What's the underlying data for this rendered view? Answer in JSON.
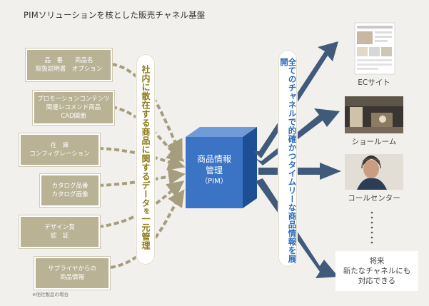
{
  "title": "PIMソリューションを核とした販売チャネル基盤",
  "sources": [
    {
      "lines": [
        "品　番　　商品名",
        "取扱説明書　オプション"
      ]
    },
    {
      "lines": [
        "プロモーションコンテンツ",
        "関連レコメンド商品",
        "CAD図面"
      ]
    },
    {
      "lines": [
        "在　庫",
        "コンフィグレーション"
      ]
    },
    {
      "lines": [
        "カタログ品番",
        "カタログ画像"
      ]
    },
    {
      "lines": [
        "デザイン賞",
        "認　証"
      ]
    },
    {
      "lines": [
        "サプライヤからの",
        "商品情報"
      ]
    }
  ],
  "note": "※他社製品の場合",
  "left_pill": {
    "main": "社内に散在する商品に関するデータ",
    "small": "を",
    "tail": "一元管理"
  },
  "hub": {
    "line1": "商品情報",
    "line2": "管理",
    "line3": "（PIM）"
  },
  "right_pill": "全てのチャネルで的確かつタイムリーな商品情報を展開",
  "destinations": [
    {
      "label": "ECサイト"
    },
    {
      "label": "ショールーム"
    },
    {
      "label": "コールセンター"
    },
    {
      "lines": [
        "将来",
        "新たなチャネルにも",
        "対応できる"
      ]
    }
  ],
  "colors": {
    "source_box": "#b9b295",
    "hub_front": "#3b74c4",
    "arrow_right": "#3f5a7a",
    "arrow_left": "#a59d7e",
    "pill_left_text": "#8c7a18",
    "pill_right_text": "#2a6ab8"
  }
}
